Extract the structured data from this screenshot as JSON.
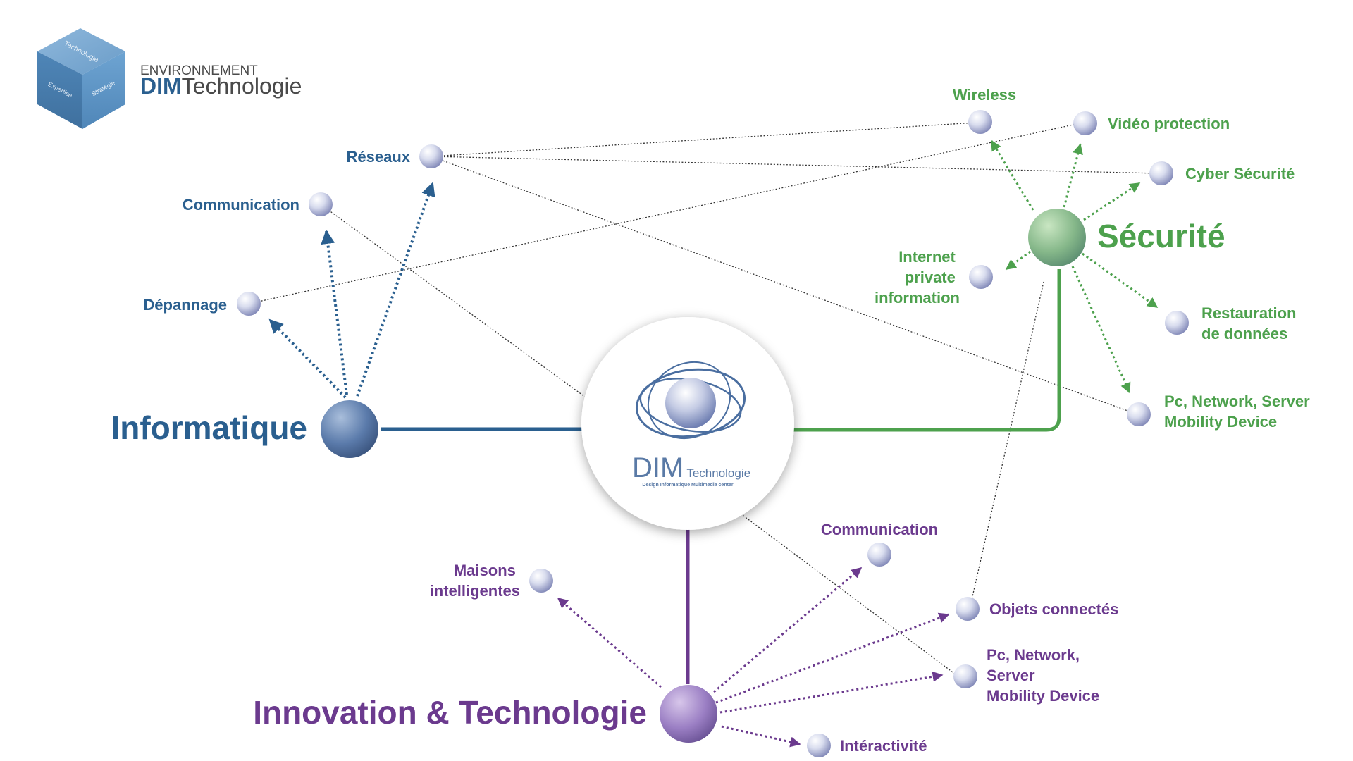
{
  "colors": {
    "informatique": "#2a5f8f",
    "securite": "#4da14d",
    "innovation": "#6b3a8e",
    "link_dotted": "#333333",
    "hub_fill": "#ffffff"
  },
  "logo": {
    "env_label": "ENVIRONNEMENT",
    "brand_bold": "DIM",
    "brand_rest": "Technologie",
    "cube_faces": [
      "Technologie",
      "Expertise",
      "Stratégie"
    ]
  },
  "hub": {
    "brand": "DIM",
    "brand_rest": "Technologie",
    "tagline": "Design Informatique Multimedia center"
  },
  "branches": {
    "informatique": {
      "label": "Informatique",
      "items": [
        "Réseaux",
        "Communication",
        "Dépannage"
      ]
    },
    "securite": {
      "label": "Sécurité",
      "items": [
        "Wireless",
        "Vidéo protection",
        "Cyber Sécurité",
        [
          "Internet",
          "private",
          "information"
        ],
        [
          "Restauration",
          "de données"
        ],
        [
          "Pc, Network, Server",
          "Mobility Device"
        ]
      ]
    },
    "innovation": {
      "label": "Innovation & Technologie",
      "items": [
        [
          "Maisons",
          "intelligentes"
        ],
        "Communication",
        "Objets connectés",
        [
          "Pc, Network,",
          "Server",
          "Mobility Device"
        ],
        "Intéractivité"
      ]
    }
  }
}
